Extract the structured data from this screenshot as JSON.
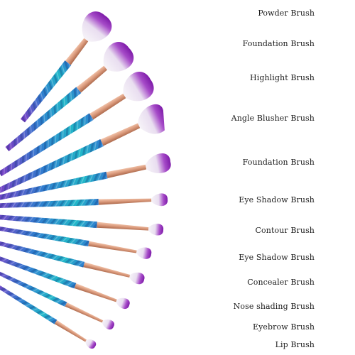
{
  "labels": [
    "Powder Brush",
    "Foundation Brush",
    "Highlight Brush",
    "Angle Blusher Brush",
    "Foundation Brush",
    "Eye Shadow Brush",
    "Contour Brush",
    "Eye Shadow Brush",
    "Concealer Brush",
    "Nose shading Brush",
    "Eyebrow Brush",
    "Lip Brush"
  ],
  "colors": {
    "background": "#ffffff",
    "label_text": "#1c1c1c",
    "handle_blue": "#2f7fd0",
    "handle_teal": "#22b7c9",
    "handle_purple": "#7a3fc4",
    "ferrule_rose_gold": "#d9987a",
    "bristle_purple": "#8c1fb0",
    "bristle_white": "#f6f3f8"
  }
}
